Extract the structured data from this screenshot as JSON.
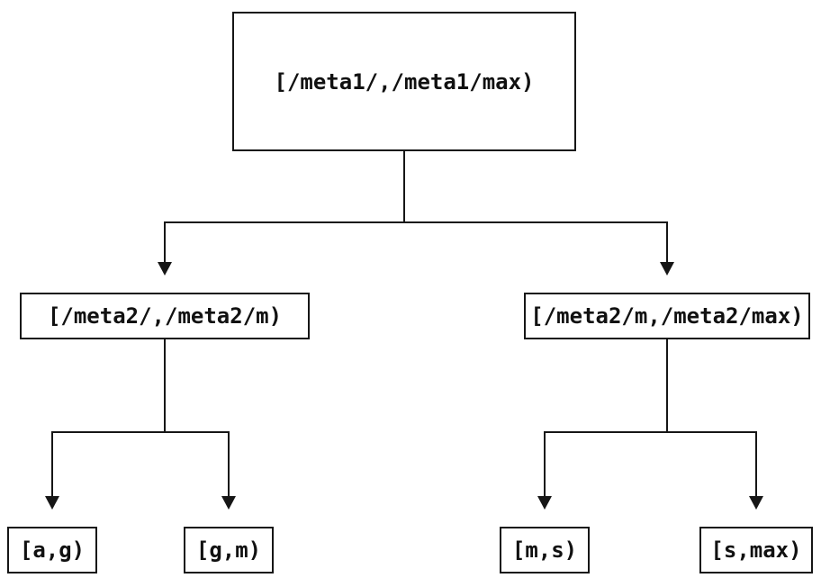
{
  "diagram": {
    "type": "tree",
    "background_color": "#ffffff",
    "line_color": "#161616",
    "nodes": {
      "root": {
        "label": "[/meta1/,/meta1/max)"
      },
      "left": {
        "label": "[/meta2/,/meta2/m)"
      },
      "right": {
        "label": "[/meta2/m,/meta2/max)"
      },
      "leaf_ag": {
        "label": "[a,g)"
      },
      "leaf_gm": {
        "label": "[g,m)"
      },
      "leaf_ms": {
        "label": "[m,s)"
      },
      "leaf_smax": {
        "label": "[s,max)"
      }
    },
    "edges": [
      {
        "from": "root",
        "to": "left"
      },
      {
        "from": "root",
        "to": "right"
      },
      {
        "from": "left",
        "to": "leaf_ag"
      },
      {
        "from": "left",
        "to": "leaf_gm"
      },
      {
        "from": "right",
        "to": "leaf_ms"
      },
      {
        "from": "right",
        "to": "leaf_smax"
      }
    ]
  }
}
